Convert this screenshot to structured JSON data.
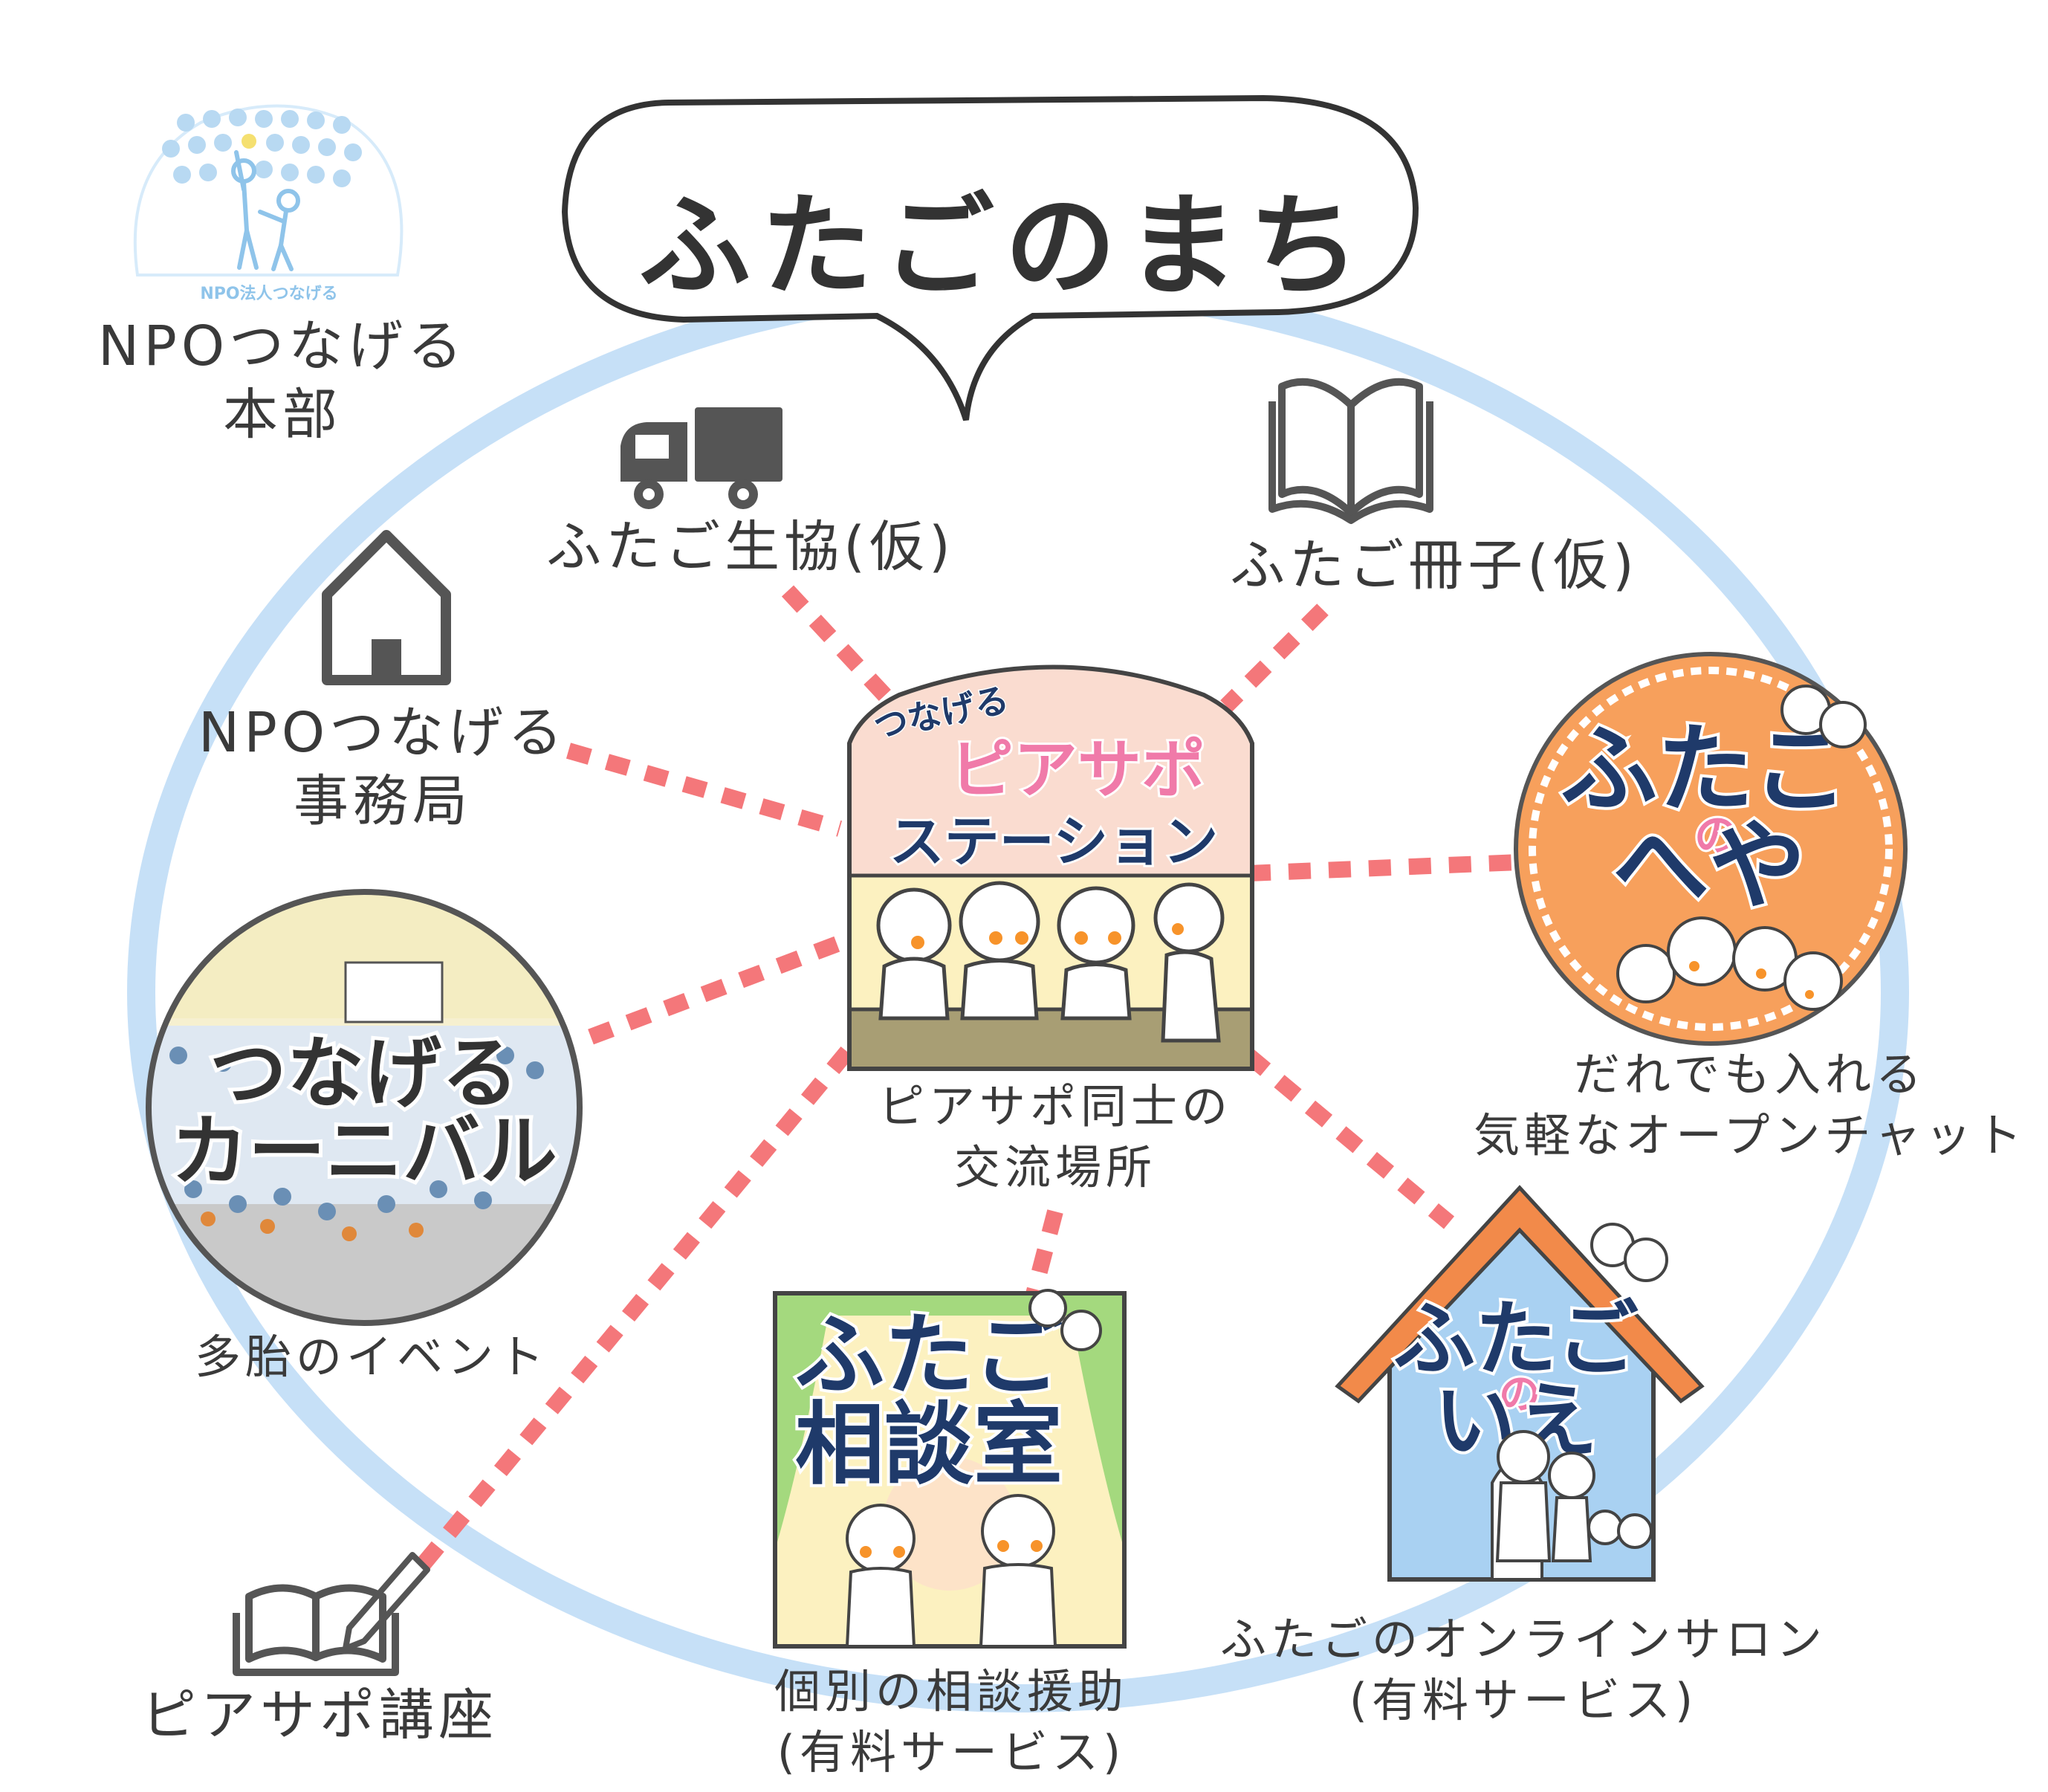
{
  "title": "ふたごのまち",
  "colors": {
    "ring": "#c6e0f7",
    "connector": "#f4777a",
    "icon_gray": "#555555",
    "station_top": "#fadcd0",
    "station_mid": "#fcf1c0",
    "station_floor": "#a89e74",
    "heya_orange": "#f7a05c",
    "room_green": "#a4d97e",
    "house_blue": "#a9d1f2",
    "house_roof": "#f28a4a",
    "navy_text": "#1f3a6a",
    "pink_text": "#f07aa9"
  },
  "nodes": {
    "hq": {
      "logo_text": "NPO法人つなげる",
      "label_line1": "NPOつなげる",
      "label_line2": "本部"
    },
    "coop": {
      "label": "ふたご生協(仮)",
      "icon": "truck-icon"
    },
    "booklet": {
      "label": "ふたご冊子(仮)",
      "icon": "open-book-icon"
    },
    "office": {
      "label_line1": "NPOつなげる",
      "label_line2": "事務局",
      "icon": "house-icon"
    },
    "station": {
      "sign_top": "つなげる",
      "sign_mid": "ピアサポ",
      "sign_bottom": "ステーション",
      "label_line1": "ピアサポ同士の",
      "label_line2": "交流場所"
    },
    "heya": {
      "sign_line1": "ふたご",
      "sign_no": "の",
      "sign_line2": "へや",
      "label_line1": "だれでも入れる",
      "label_line2": "気軽なオープンチャット"
    },
    "carnival": {
      "sign_line1": "つなげる",
      "sign_line2": "カーニバル",
      "label": "多胎のイベント"
    },
    "room": {
      "sign_line1": "ふたご",
      "sign_line2": "相談室",
      "label_line1": "個別の相談援助",
      "label_line2": "(有料サービス)"
    },
    "home": {
      "sign_line1": "ふたご",
      "sign_no": "の",
      "sign_line2": "いえ",
      "label_line1": "ふたごのオンラインサロン",
      "label_line2": "(有料サービス)"
    },
    "course": {
      "label": "ピアサポ講座",
      "icon": "notebook-pen-icon"
    }
  }
}
